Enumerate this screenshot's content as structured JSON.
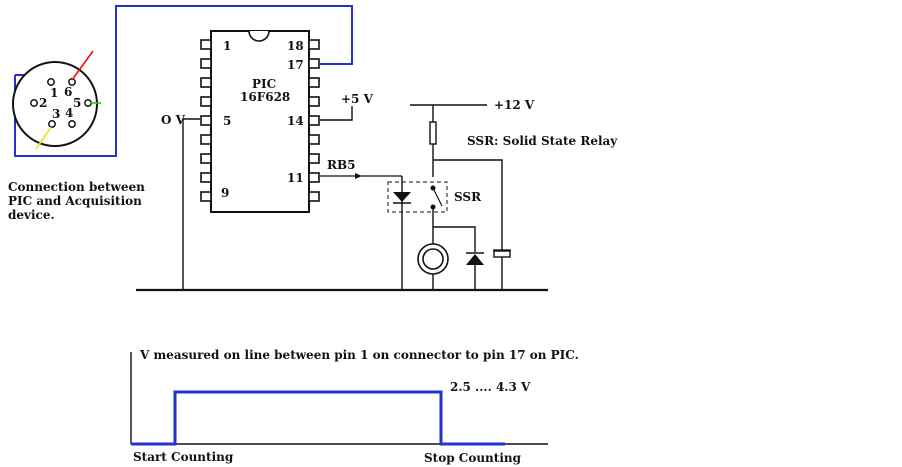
{
  "connector": {
    "pins": [
      {
        "num": "1",
        "wire_color": "#2233cc"
      },
      {
        "num": "2",
        "wire_color": null
      },
      {
        "num": "3",
        "wire_color": "#f0e020"
      },
      {
        "num": "4",
        "wire_color": null
      },
      {
        "num": "5",
        "wire_color": "#22cc22"
      },
      {
        "num": "6",
        "wire_color": "#ee1111"
      }
    ],
    "caption": "Connection between\nPIC and Acquisition\ndevice."
  },
  "pic": {
    "name_line1": "PIC",
    "name_line2": "16F628",
    "pin_labels": {
      "p1": "1",
      "p18": "18",
      "p17": "17",
      "p5": "5",
      "p14": "14",
      "p11": "11",
      "p9": "9"
    }
  },
  "labels": {
    "zero_v": "O V",
    "plus5v": "+5 V",
    "plus12v": "+12 V",
    "rb5": "RB5",
    "ssr": "SSR",
    "ssr_legend": "SSR: Solid State Relay"
  },
  "colors": {
    "signal_wire": "#2233cc",
    "ink": "#111111"
  },
  "waveform": {
    "title": "V measured on line between pin 1 on connector to pin 17 on PIC.",
    "level_label": "2.5 .... 4.3 V",
    "start_label": "Start Counting",
    "stop_label": "Stop Counting"
  }
}
